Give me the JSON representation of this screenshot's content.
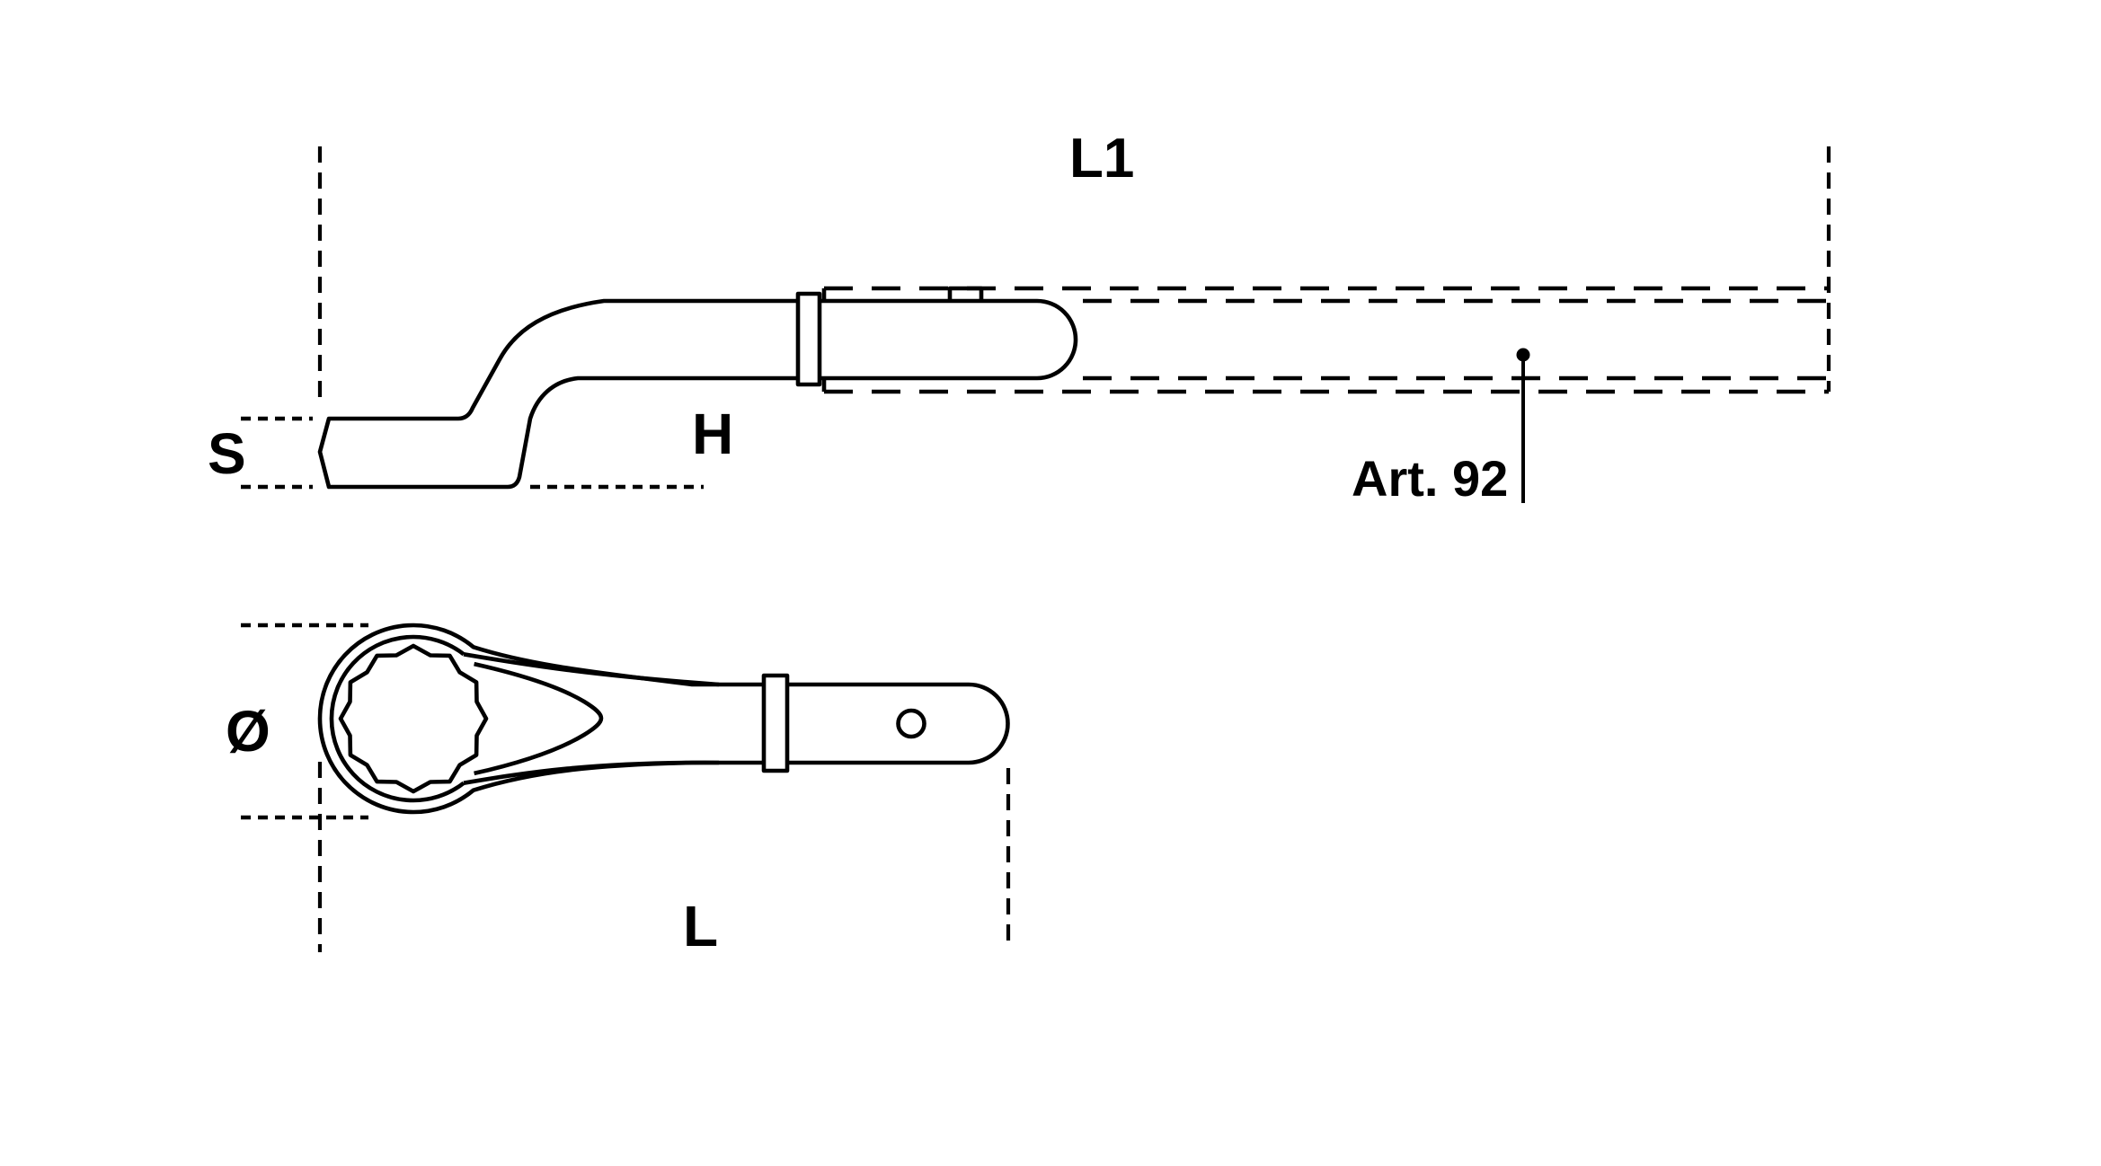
{
  "diagram": {
    "labels": {
      "length_art92": "L1",
      "thickness": "S",
      "offset_height": "H",
      "article": "Art. 92",
      "diameter": "Ø",
      "length": "L"
    },
    "colors": {
      "line": "#000000",
      "background": "#ffffff"
    }
  }
}
